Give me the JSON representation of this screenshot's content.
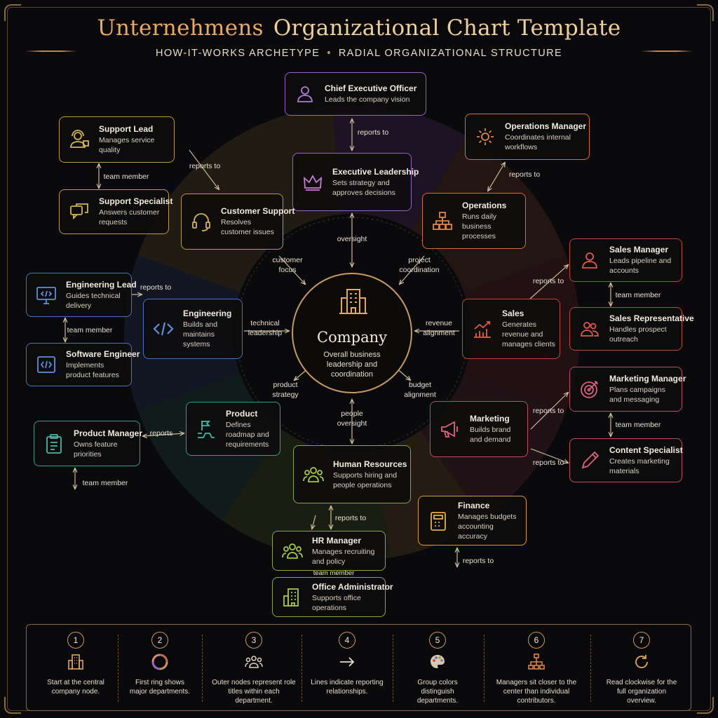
{
  "header": {
    "title_part1": "Unternehmens",
    "title_part2": "Organizational Chart Template",
    "subtitle_left": "HOW-IT-WORKS ARCHETYPE",
    "subtitle_right": "RADIAL ORGANIZATIONAL STRUCTURE"
  },
  "center": {
    "name": "Company",
    "desc": "Overall business leadership and coordination"
  },
  "nodes": {
    "ceo": {
      "name": "Chief Executive Officer",
      "desc": "Leads the company vision"
    },
    "exec": {
      "name": "Executive Leadership",
      "desc": "Sets strategy and approves decisions"
    },
    "ops_mgr": {
      "name": "Operations Manager",
      "desc": "Coordinates internal workflows"
    },
    "operations": {
      "name": "Operations",
      "desc": "Runs daily business processes"
    },
    "support_lead": {
      "name": "Support Lead",
      "desc": "Manages service quality"
    },
    "support_spec": {
      "name": "Support Specialist",
      "desc": "Answers customer requests"
    },
    "customer_support": {
      "name": "Customer Support",
      "desc": "Resolves customer issues"
    },
    "eng_lead": {
      "name": "Engineering Lead",
      "desc": "Guides technical delivery"
    },
    "engineering": {
      "name": "Engineering",
      "desc": "Builds and maintains systems"
    },
    "sw_eng": {
      "name": "Software Engineer",
      "desc": "Implements product features"
    },
    "sales_mgr": {
      "name": "Sales Manager",
      "desc": "Leads pipeline and accounts"
    },
    "sales": {
      "name": "Sales",
      "desc": "Generates revenue and manages clients"
    },
    "sales_rep": {
      "name": "Sales Representative",
      "desc": "Handles prospect outreach"
    },
    "mkt_mgr": {
      "name": "Marketing Manager",
      "desc": "Plans campaigns and messaging"
    },
    "marketing": {
      "name": "Marketing",
      "desc": "Builds brand and demand"
    },
    "content": {
      "name": "Content Specialist",
      "desc": "Creates marketing materials"
    },
    "product": {
      "name": "Product",
      "desc": "Defines roadmap and requirements"
    },
    "pm": {
      "name": "Product Manager",
      "desc": "Owns feature priorities"
    },
    "hr": {
      "name": "Human Resources",
      "desc": "Supports hiring and people operations"
    },
    "hr_mgr": {
      "name": "HR Manager",
      "desc": "Manages recruiting and policy"
    },
    "office_admin": {
      "name": "Office Administrator",
      "desc": "Supports office operations"
    },
    "finance": {
      "name": "Finance",
      "desc": "Manages budgets accounting accuracy"
    }
  },
  "labels": {
    "reports_to": "reports to",
    "team_member": "team member",
    "oversight": "oversight",
    "customer_focus": "customer focus",
    "project_coordination": "project coordination",
    "technical_leadership": "technical leadership",
    "revenue_alignment": "revenue alignment",
    "product_strategy": "product strategy",
    "people_oversight": "people oversight",
    "budget_alignment": "budget alignment",
    "reports": "reports"
  },
  "steps": [
    {
      "num": "1",
      "icon": "building-icon",
      "text": "Start at the central company node."
    },
    {
      "num": "2",
      "icon": "cycle-icon",
      "text": "First ring shows major departments."
    },
    {
      "num": "3",
      "icon": "people-icon",
      "text": "Outer nodes represent role titles within each department."
    },
    {
      "num": "4",
      "icon": "arrow-right-icon",
      "text": "Lines indicate reporting relationships."
    },
    {
      "num": "5",
      "icon": "palette-icon",
      "text": "Group colors distinguish departments."
    },
    {
      "num": "6",
      "icon": "hierarchy-icon",
      "text": "Managers sit closer to the center than individual contributors."
    },
    {
      "num": "7",
      "icon": "rotate-icon",
      "text": "Read clockwise for the full organization overview."
    }
  ],
  "colors": {
    "executive": "#9a5fc8",
    "operations": "#d0703a",
    "support": "#b89a48",
    "engineering": "#4a72c0",
    "sales": "#c0453a",
    "marketing": "#c04a66",
    "product": "#3a9a8e",
    "hr": "#8aa83a",
    "finance": "#d89a3a",
    "accent": "#c89a62"
  }
}
